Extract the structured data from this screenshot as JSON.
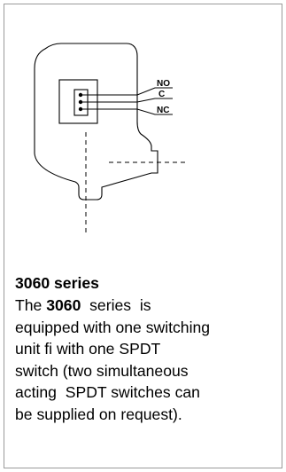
{
  "diagram": {
    "labels": {
      "no": "NO",
      "c": "C",
      "nc": "NC"
    }
  },
  "caption": {
    "title": "3060 series",
    "line1_pre": "The ",
    "line1_bold": "3060",
    "line1_post": "  series  is",
    "line2": "equipped with one switching",
    "line3": "unit fi with one SPDT",
    "line4": "switch (two simultaneous",
    "line5": "acting  SPDT switches can",
    "line6": "be supplied on request)."
  }
}
